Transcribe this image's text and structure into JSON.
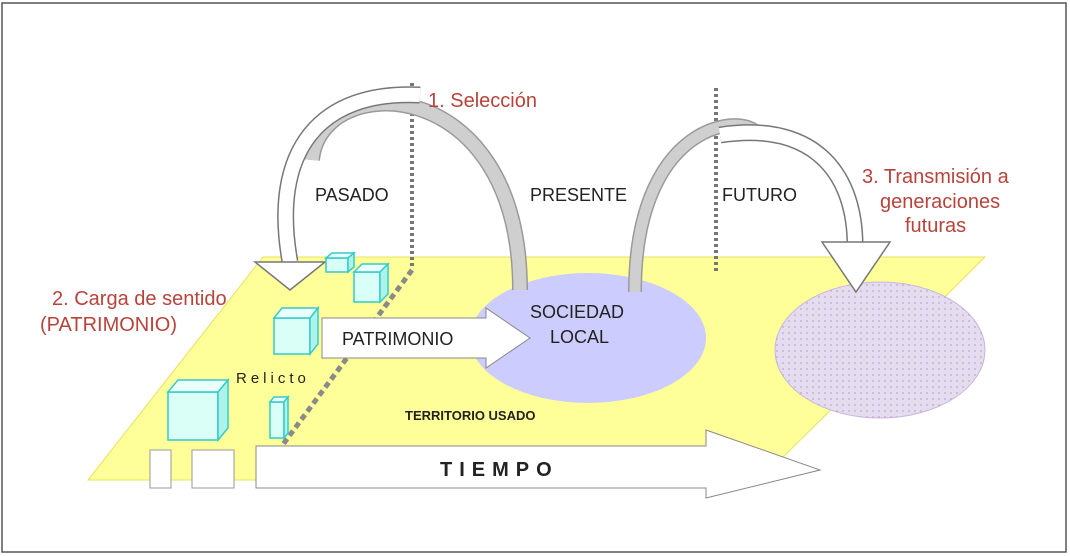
{
  "labels": {
    "seleccion": "1. Selección",
    "carga_line1": "2. Carga de sentido",
    "carga_line2": "(PATRIMONIO)",
    "transmision_line1": "3. Transmisión a",
    "transmision_line2": "generaciones",
    "transmision_line3": "futuras",
    "pasado": "PASADO",
    "presente": "PRESENTE",
    "futuro": "FUTURO",
    "sociedad_line1": "SOCIEDAD",
    "sociedad_line2": "LOCAL",
    "patrimonio": "PATRIMONIO",
    "relicto": "Relicto",
    "territorio": "TERRITORIO USADO",
    "tiempo": "TIEMPO"
  },
  "colors": {
    "plane": "#ffff99",
    "sociedad": "#ccccff",
    "future_ellipse": "#e6dcef",
    "cube_fill": "#cffff4",
    "cube_stroke": "#33cccc",
    "red_text": "#b8433a",
    "gray_arrow": "#c8c8c8",
    "dotted_line": "#808080"
  }
}
